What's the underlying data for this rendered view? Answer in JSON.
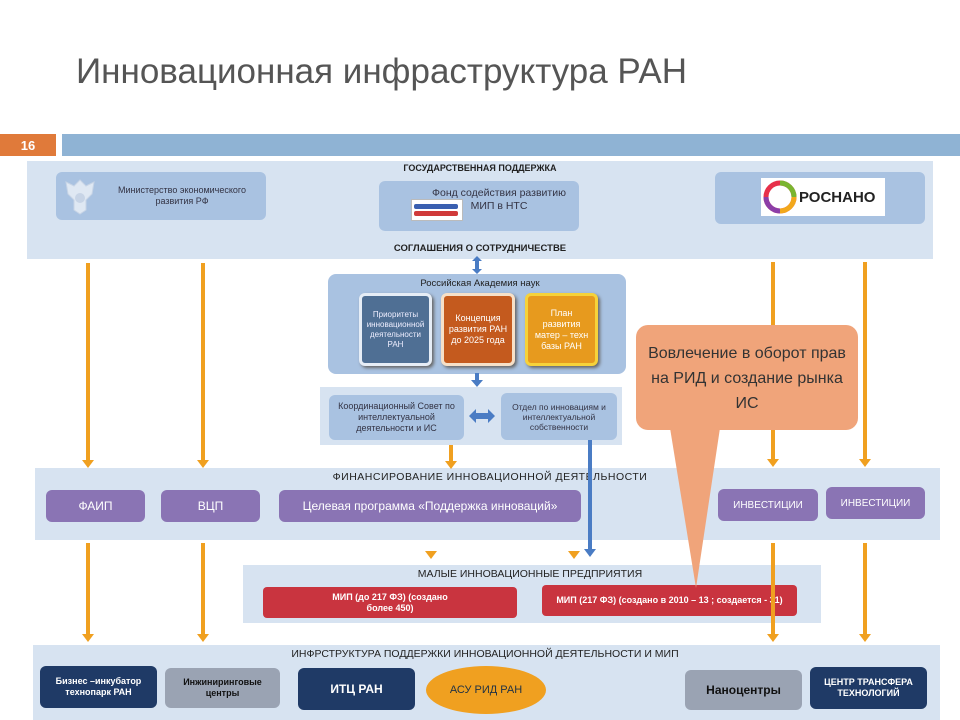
{
  "title": "Инновационная инфраструктура РАН",
  "page_number": "16",
  "gov": {
    "header": "ГОСУДАРСТВЕННАЯ ПОДДЕРЖКА",
    "ministry": "Министерство экономического развития РФ",
    "fund": "Фонд содействия развитию МИП в НТС",
    "rosnano": "РОСНАНО",
    "agreements": "СОГЛАШЕНИЯ О СОТРУДНИЧЕСТВЕ"
  },
  "ras": {
    "label": "Российская Академия наук",
    "card1": "Приоритеты инновационной деятельности РАН",
    "card2": "Концепция развития РАН до 2025 года",
    "card3": "План развития матер – техн базы РАН"
  },
  "council": "Координационный Совет по интеллектуальной деятельности и ИС",
  "dept": "Отдел по инновациям и интеллектуальной собственности",
  "callout": "Вовлечение в оборот прав на РИД и создание рынка ИС",
  "financing": {
    "header": "ФИНАНСИРОВАНИЕ ИННОВАЦИОННОЙ ДЕЯТЕЛЬНОСТИ",
    "faip": "ФАИП",
    "vcp": "ВЦП",
    "program": "Целевая программа «Поддержка инноваций»",
    "invest1": "ИНВЕСТИЦИИ",
    "invest2": "ИНВЕСТИЦИИ"
  },
  "small": {
    "header": "МАЛЫЕ ИННОВАЦИОННЫЕ ПРЕДПРИЯТИЯ",
    "mip1": "МИП (до 217 ФЗ) (создано более 450)",
    "mip2": "МИП (217 ФЗ) (создано в 2010 – 13 ; создается - 31)"
  },
  "infra": {
    "header": "ИНФРСТРУКТУРА ПОДДЕРЖКИ ИННОВАЦИОННОЙ ДЕЯТЕЛЬНОСТИ И МИП",
    "b1": "Бизнес –инкубатор технопарк РАН",
    "b2": "Инжиниринговые центры",
    "b3": "ИТЦ РАН",
    "b4": "АСУ РИД РАН",
    "b5": "Наноцентры",
    "b6": "ЦЕНТР ТРАНСФЕРА ТЕХНОЛОГИЙ"
  }
}
